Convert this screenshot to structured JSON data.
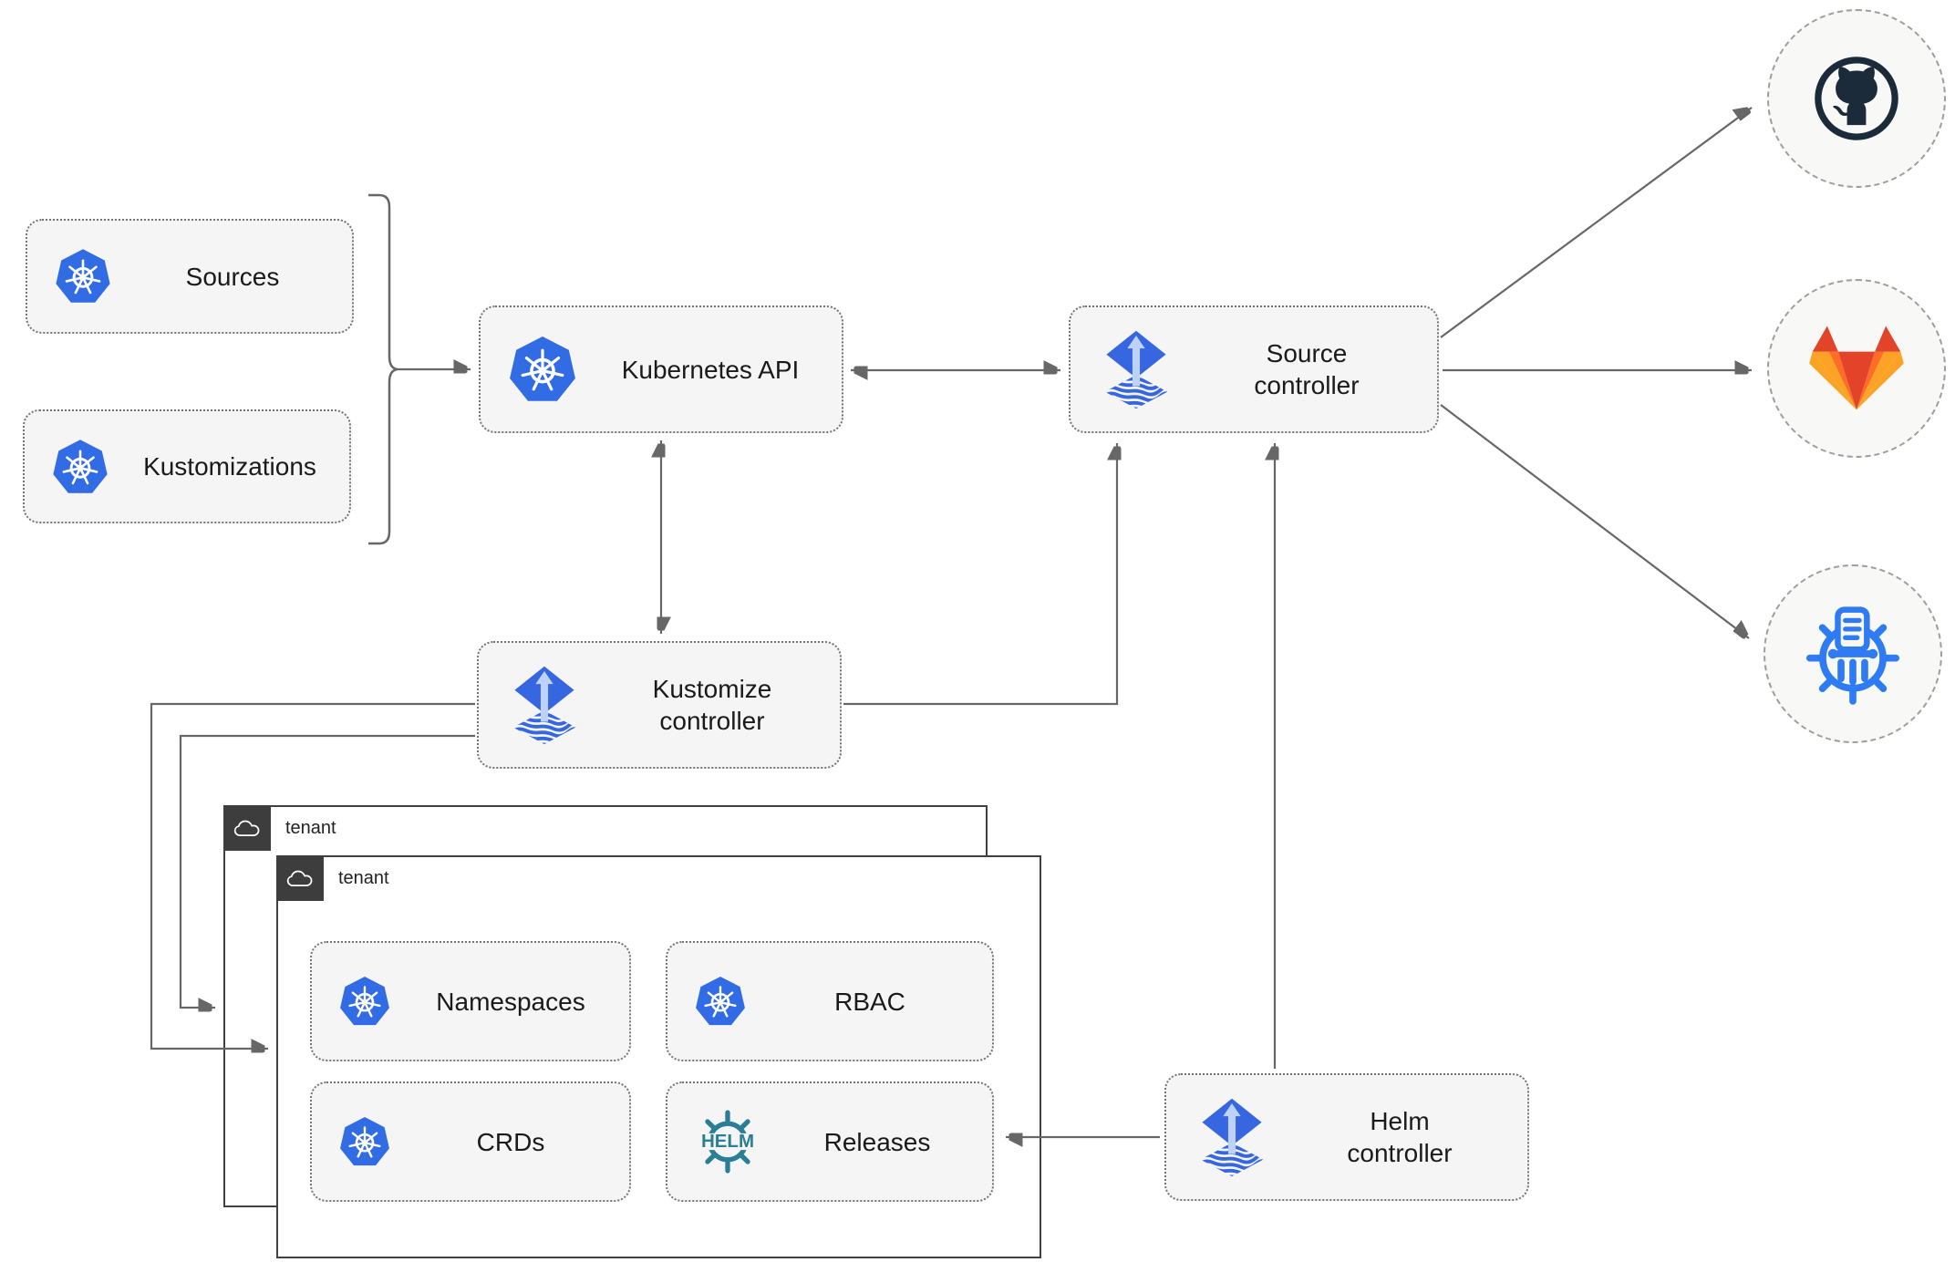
{
  "colors": {
    "k8s_blue": "#326ce5",
    "flux_blue": "#3767e0",
    "flux_arrow": "#bdd2f6",
    "github_dark": "#1b2b3a",
    "gitlab_red": "#e24329",
    "gitlab_orange": "#fc6d26",
    "gitlab_yellow": "#fca326",
    "helm_teal": "#2a7e95",
    "museum_blue": "#2f7bf3",
    "arrow_gray": "#676767",
    "node_bg": "#f5f5f5",
    "node_border": "#737373",
    "tenant_tab": "#3d3d3d",
    "tenant_border": "#404040",
    "circle_bg": "#f8f8f6",
    "circle_border": "#9e9e9e",
    "label_color": "#1a1a1a"
  },
  "diagram": {
    "nodes": {
      "sources": {
        "label": "Sources"
      },
      "kustomizations": {
        "label": "Kustomizations"
      },
      "kubernetes_api": {
        "label": "Kubernetes API"
      },
      "source_controller": {
        "label": "Source controller"
      },
      "kustomize_controller": {
        "label": "Kustomize controller"
      },
      "helm_controller": {
        "label": "Helm controller"
      },
      "namespaces": {
        "label": "Namespaces"
      },
      "rbac": {
        "label": "RBAC"
      },
      "crds": {
        "label": "CRDs"
      },
      "releases": {
        "label": "Releases"
      }
    },
    "groups": {
      "tenant_outer": {
        "label": "tenant"
      },
      "tenant_inner": {
        "label": "tenant"
      }
    },
    "icons": {
      "kubernetes": "kubernetes-logo",
      "flux": "flux-logo",
      "github": "github-logo",
      "gitlab": "gitlab-logo",
      "helm": "helm-logo",
      "chartmuseum": "chart-repository-logo",
      "cloud": "cloud-outline"
    },
    "helm_wordmark": "HELM"
  }
}
